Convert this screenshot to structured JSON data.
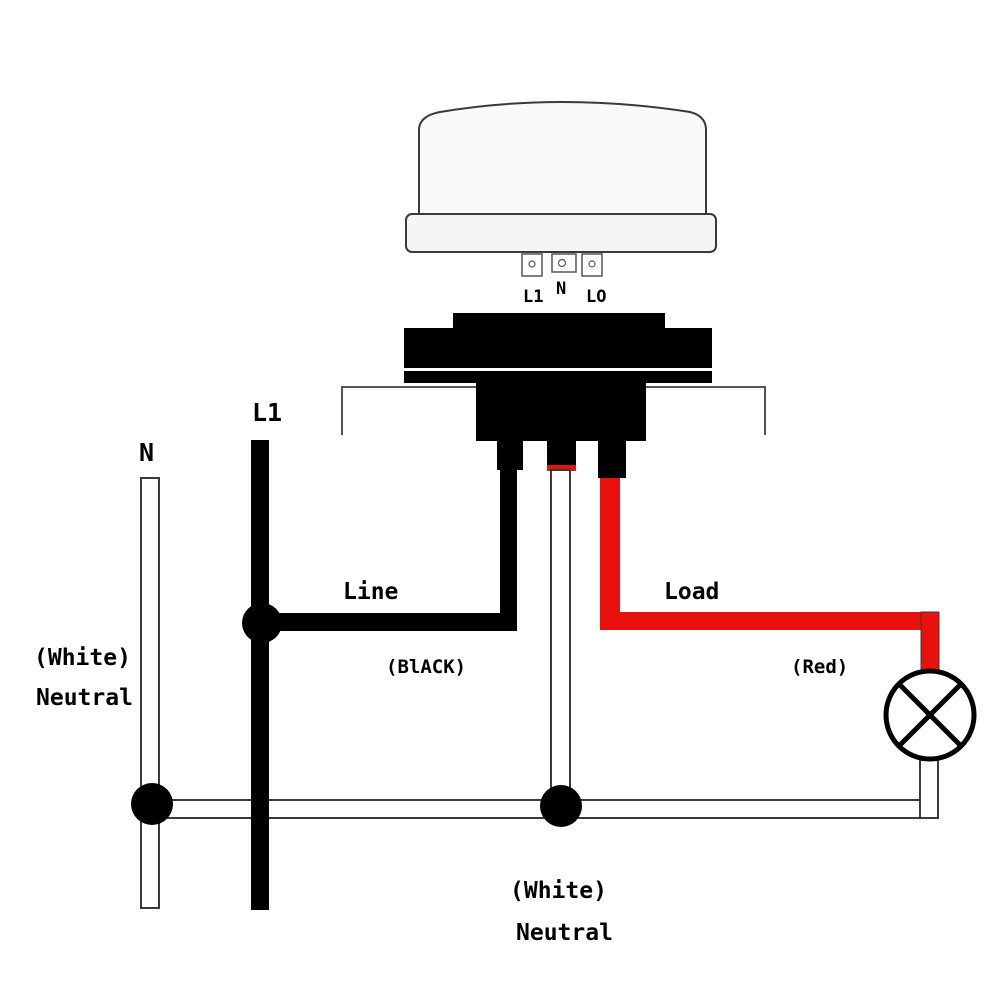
{
  "diagram": {
    "sensor_pins": {
      "l1": "L1",
      "n": "N",
      "lo": "LO"
    },
    "terminals": {
      "l1": "L1",
      "n": "N"
    },
    "wires": {
      "line_label": "Line",
      "line_color_label": "(BlACK)",
      "load_label": "Load",
      "load_color_label": "(Red)"
    },
    "left_neutral": {
      "line1": "(White)",
      "line2": "Neutral"
    },
    "bottom_neutral": {
      "line1": "(White)",
      "line2": "Neutral"
    }
  },
  "colors": {
    "line_wire": "#000000",
    "load_wire": "#e8110e",
    "neutral_wire": "#ffffff",
    "outline": "#3a3a3a"
  }
}
